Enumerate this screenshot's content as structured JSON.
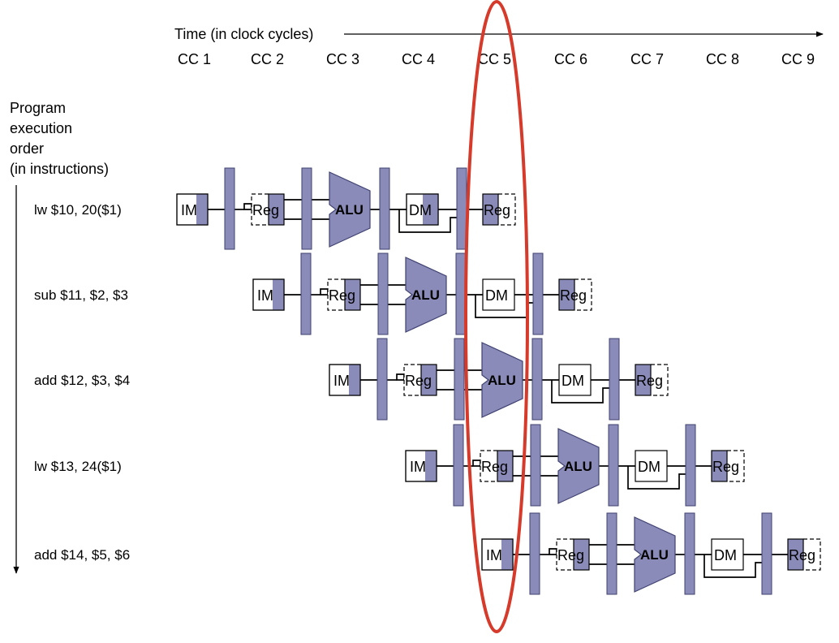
{
  "time_axis": {
    "label": "Time (in clock cycles)",
    "cycles": [
      "CC 1",
      "CC 2",
      "CC 3",
      "CC 4",
      "CC 5",
      "CC 6",
      "CC 7",
      "CC 8",
      "CC 9"
    ]
  },
  "order_label": [
    "Program",
    "execution",
    "order",
    "(in instructions)"
  ],
  "stage_labels": {
    "im": "IM",
    "reg": "Reg",
    "alu": "ALU",
    "dm": "DM"
  },
  "instructions": [
    {
      "text": "lw $10, 20($1)"
    },
    {
      "text": "sub $11, $2, $3"
    },
    {
      "text": "add $12, $3, $4"
    },
    {
      "text": "lw $13, 24($1)"
    },
    {
      "text": "add $14, $5, $6"
    }
  ],
  "colors": {
    "stage_fill": "#8a8bb9",
    "stage_stroke": "#3f4170",
    "highlight": "#d63a2a",
    "line": "#000000"
  },
  "highlight": {
    "cycle": "CC 5",
    "shape": "ellipse"
  }
}
